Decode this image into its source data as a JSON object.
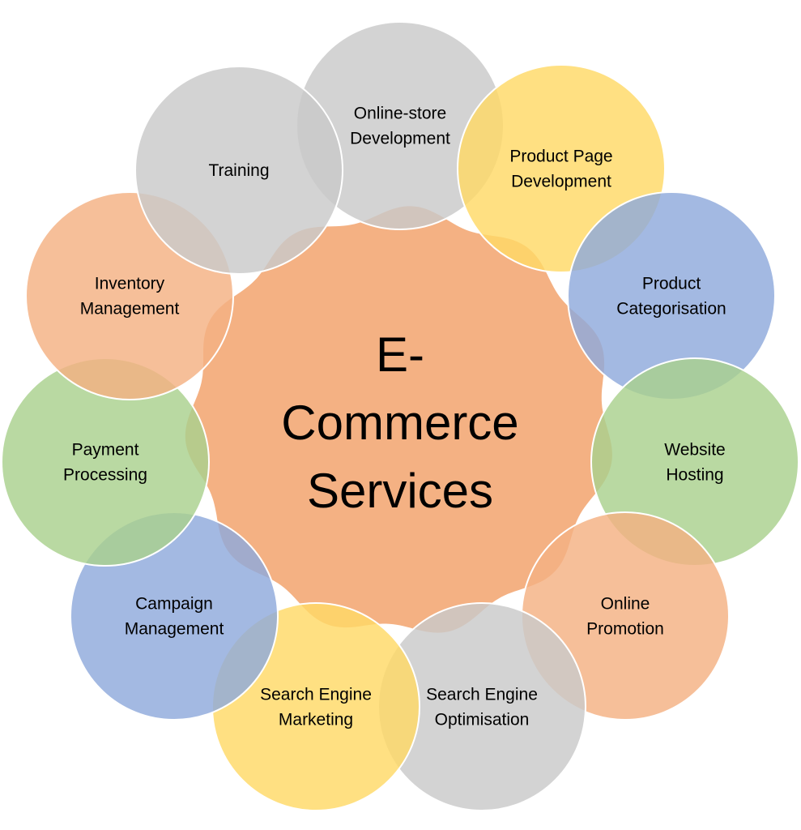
{
  "colors": {
    "center": "#F4B183",
    "gray": "#C9C9C9",
    "yellow": "#FFD966",
    "blue": "#8FAADC",
    "green": "#A9D18E",
    "orange": "#F4B183",
    "stroke": "#ffffff"
  },
  "center": {
    "lines": [
      "E-",
      "Commerce",
      "Services"
    ],
    "color": "center"
  },
  "nodes": [
    {
      "lines": [
        "Online-store",
        "Development"
      ],
      "color": "gray"
    },
    {
      "lines": [
        "Product Page",
        "Development"
      ],
      "color": "yellow"
    },
    {
      "lines": [
        "Product",
        "Categorisation"
      ],
      "color": "blue"
    },
    {
      "lines": [
        "Website",
        "Hosting"
      ],
      "color": "green"
    },
    {
      "lines": [
        "Online",
        "Promotion"
      ],
      "color": "orange"
    },
    {
      "lines": [
        "Search Engine",
        "Optimisation"
      ],
      "color": "gray"
    },
    {
      "lines": [
        "Search Engine",
        "Marketing"
      ],
      "color": "yellow"
    },
    {
      "lines": [
        "Campaign",
        "Management"
      ],
      "color": "blue"
    },
    {
      "lines": [
        "Payment",
        "Processing"
      ],
      "color": "green"
    },
    {
      "lines": [
        "Inventory",
        "Management"
      ],
      "color": "orange"
    },
    {
      "lines": [
        "Training"
      ],
      "color": "gray"
    }
  ]
}
